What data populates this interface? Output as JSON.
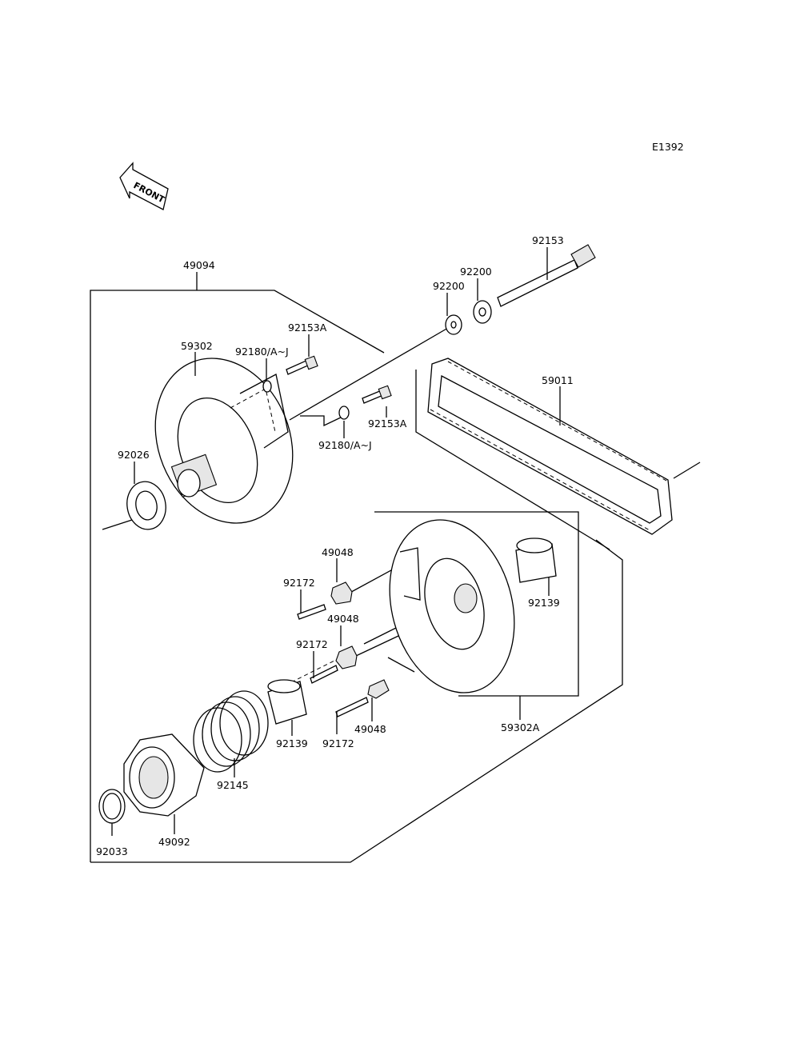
{
  "diagram": {
    "code": "E1392",
    "front_arrow_text": "FRONT",
    "labels": {
      "p49094": "49094",
      "p59302": "59302",
      "p92180a": "92180/A~J",
      "p92153a1": "92153A",
      "p92200a": "92200",
      "p92200b": "92200",
      "p92153": "92153",
      "p59011": "59011",
      "p92153a2": "92153A",
      "p92180b": "92180/A~J",
      "p92026": "92026",
      "p49048a": "49048",
      "p92172a": "92172",
      "p49048b": "49048",
      "p92172b": "92172",
      "p92139a": "92139",
      "p92139b": "92139",
      "p92172c": "92172",
      "p49048c": "49048",
      "p59302a": "59302A",
      "p92145": "92145",
      "p92033": "92033",
      "p49092": "49092"
    }
  }
}
